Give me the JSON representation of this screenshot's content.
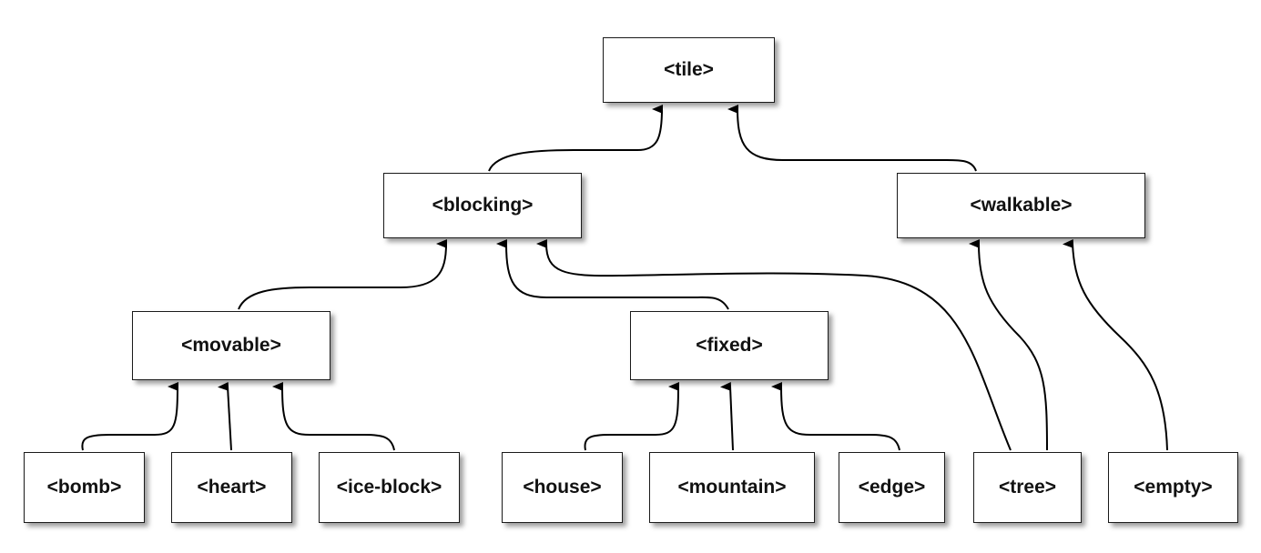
{
  "nodes": {
    "tile": "<tile>",
    "blocking": "<blocking>",
    "walkable": "<walkable>",
    "movable": "<movable>",
    "fixed": "<fixed>",
    "bomb": "<bomb>",
    "heart": "<heart>",
    "ice_block": "<ice-block>",
    "house": "<house>",
    "mountain": "<mountain>",
    "edge": "<edge>",
    "tree": "<tree>",
    "empty": "<empty>"
  },
  "edges": [
    {
      "from": "blocking",
      "to": "tile"
    },
    {
      "from": "walkable",
      "to": "tile"
    },
    {
      "from": "movable",
      "to": "blocking"
    },
    {
      "from": "fixed",
      "to": "blocking"
    },
    {
      "from": "tree",
      "to": "blocking"
    },
    {
      "from": "tree",
      "to": "walkable"
    },
    {
      "from": "empty",
      "to": "walkable"
    },
    {
      "from": "bomb",
      "to": "movable"
    },
    {
      "from": "heart",
      "to": "movable"
    },
    {
      "from": "ice_block",
      "to": "movable"
    },
    {
      "from": "house",
      "to": "fixed"
    },
    {
      "from": "mountain",
      "to": "fixed"
    },
    {
      "from": "edge",
      "to": "fixed"
    }
  ],
  "colors": {
    "stroke": "#000000",
    "box_fill": "#ffffff",
    "text": "#111111"
  }
}
